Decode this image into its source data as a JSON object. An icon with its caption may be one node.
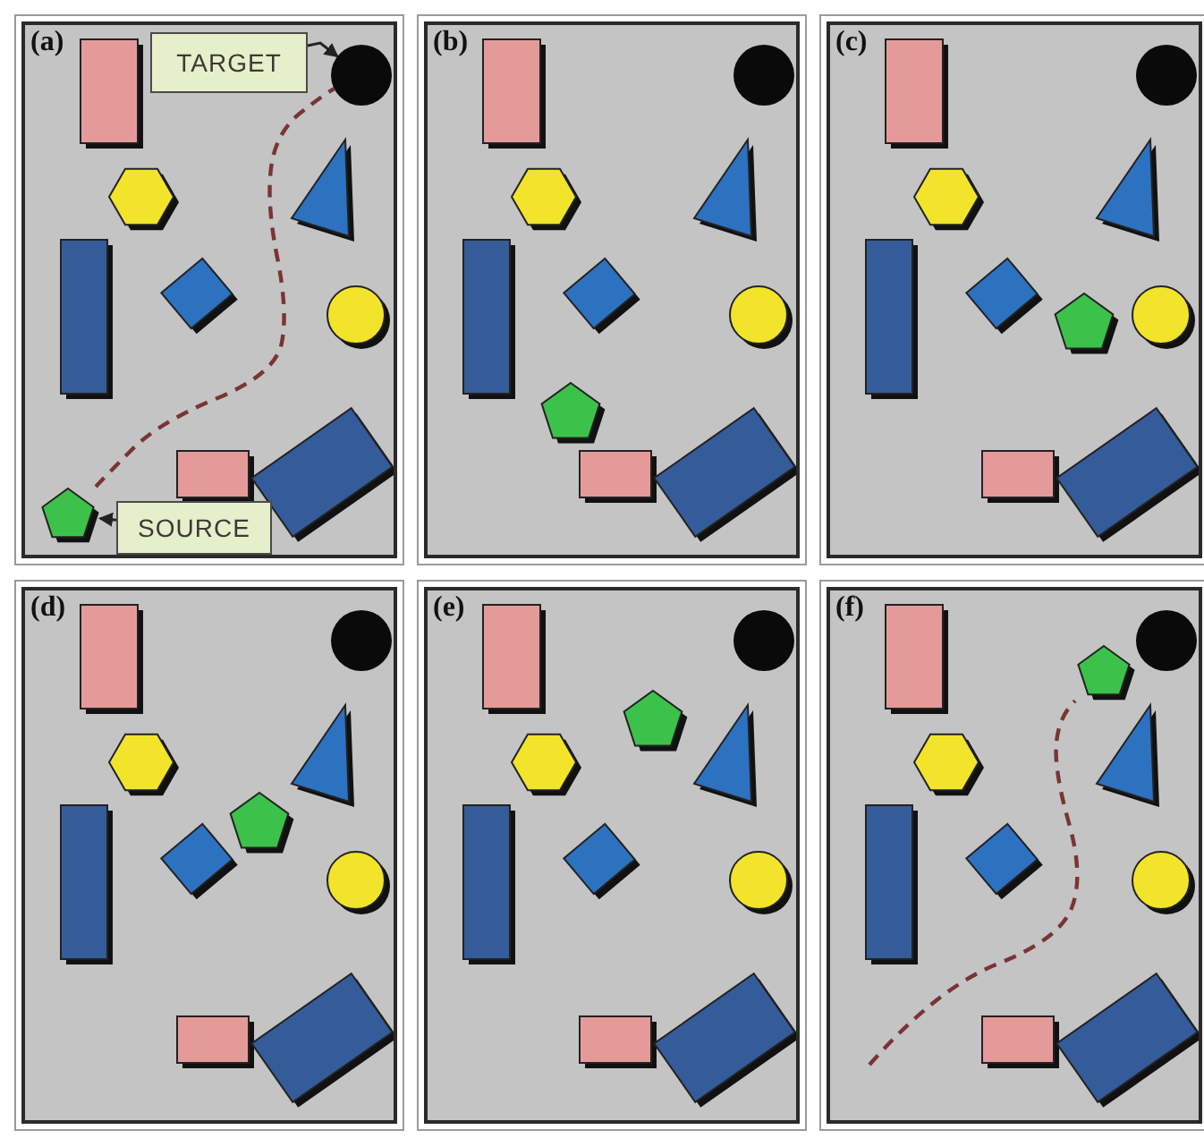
{
  "diagram": {
    "nodes": [
      {
        "text": [
          "(a)"
        ]
      },
      {
        "text": [
          "TARGET"
        ],
        "in": 0
      },
      {
        "text": [
          "SOURCE"
        ],
        "in": 0
      },
      {
        "text": [],
        "shape": "circle",
        "in": 0
      },
      {
        "text": [],
        "shape": "pentagon",
        "in": 0
      },
      {
        "text": [
          "(b)"
        ]
      },
      {
        "text": [
          "(c)"
        ]
      },
      {
        "text": [
          "(d)"
        ]
      },
      {
        "text": [
          "(e)"
        ]
      },
      {
        "text": [
          "(f)"
        ]
      },
      {
        "text": [],
        "shape": "pentagon",
        "in": 9
      }
    ],
    "edges": [
      {
        "from": 1,
        "to": 3,
        "arrow": "to"
      },
      {
        "from": 2,
        "to": 4,
        "arrow": "to"
      },
      {
        "from": 4,
        "to": 3,
        "arrow": "none",
        "style": "dashed",
        "color": "#7a3434"
      },
      {
        "from": null,
        "to": 10,
        "arrow": "none",
        "style": "dashed",
        "color": "#7a3434"
      }
    ]
  }
}
